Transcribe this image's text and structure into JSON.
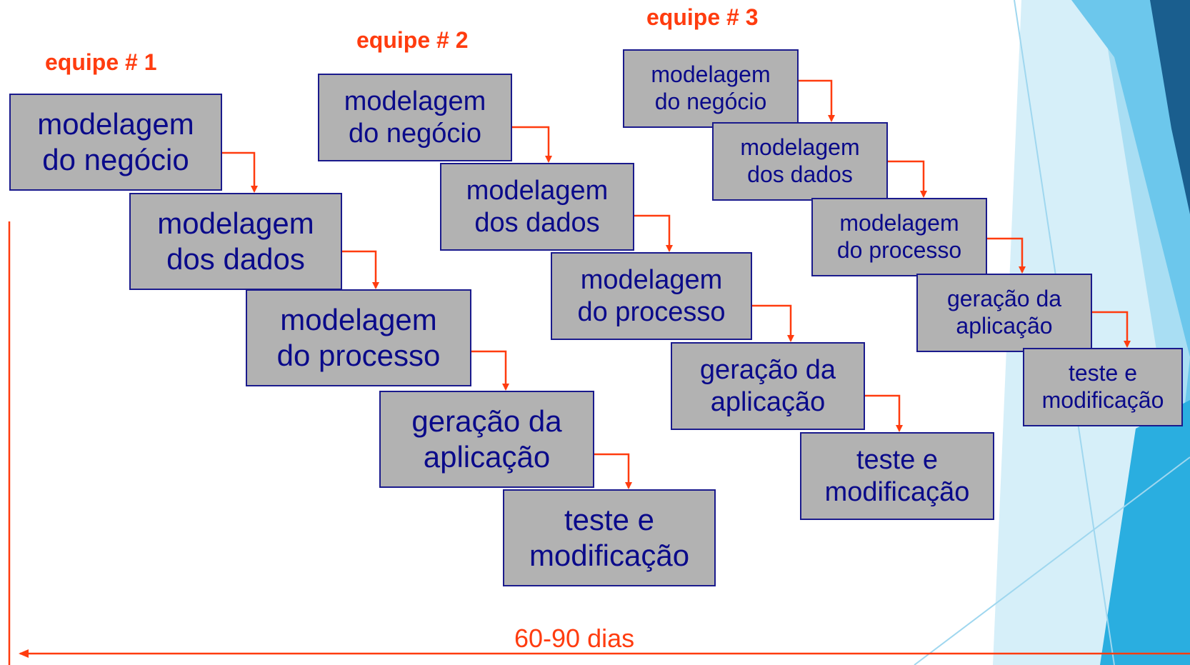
{
  "colors": {
    "accent": "#ff3c0f",
    "box_fill": "#b2b2b2",
    "box_border": "#1a1a8c",
    "box_text": "#0a0a8a"
  },
  "teams": [
    {
      "label": "equipe # 1",
      "steps": [
        [
          "modelagem",
          "do negócio"
        ],
        [
          "modelagem",
          "dos dados"
        ],
        [
          "modelagem",
          "do processo"
        ],
        [
          "geração da",
          "aplicação"
        ],
        [
          "teste e",
          "modificação"
        ]
      ]
    },
    {
      "label": "equipe # 2",
      "steps": [
        [
          "modelagem",
          "do negócio"
        ],
        [
          "modelagem",
          "dos dados"
        ],
        [
          "modelagem",
          "do processo"
        ],
        [
          "geração da",
          "aplicação"
        ],
        [
          "teste e",
          "modificação"
        ]
      ]
    },
    {
      "label": "equipe # 3",
      "steps": [
        [
          "modelagem",
          "do negócio"
        ],
        [
          "modelagem",
          "dos dados"
        ],
        [
          "modelagem",
          "do processo"
        ],
        [
          "geração da",
          "aplicação"
        ],
        [
          "teste e",
          "modificação"
        ]
      ]
    }
  ],
  "duration_label": "60-90 dias"
}
